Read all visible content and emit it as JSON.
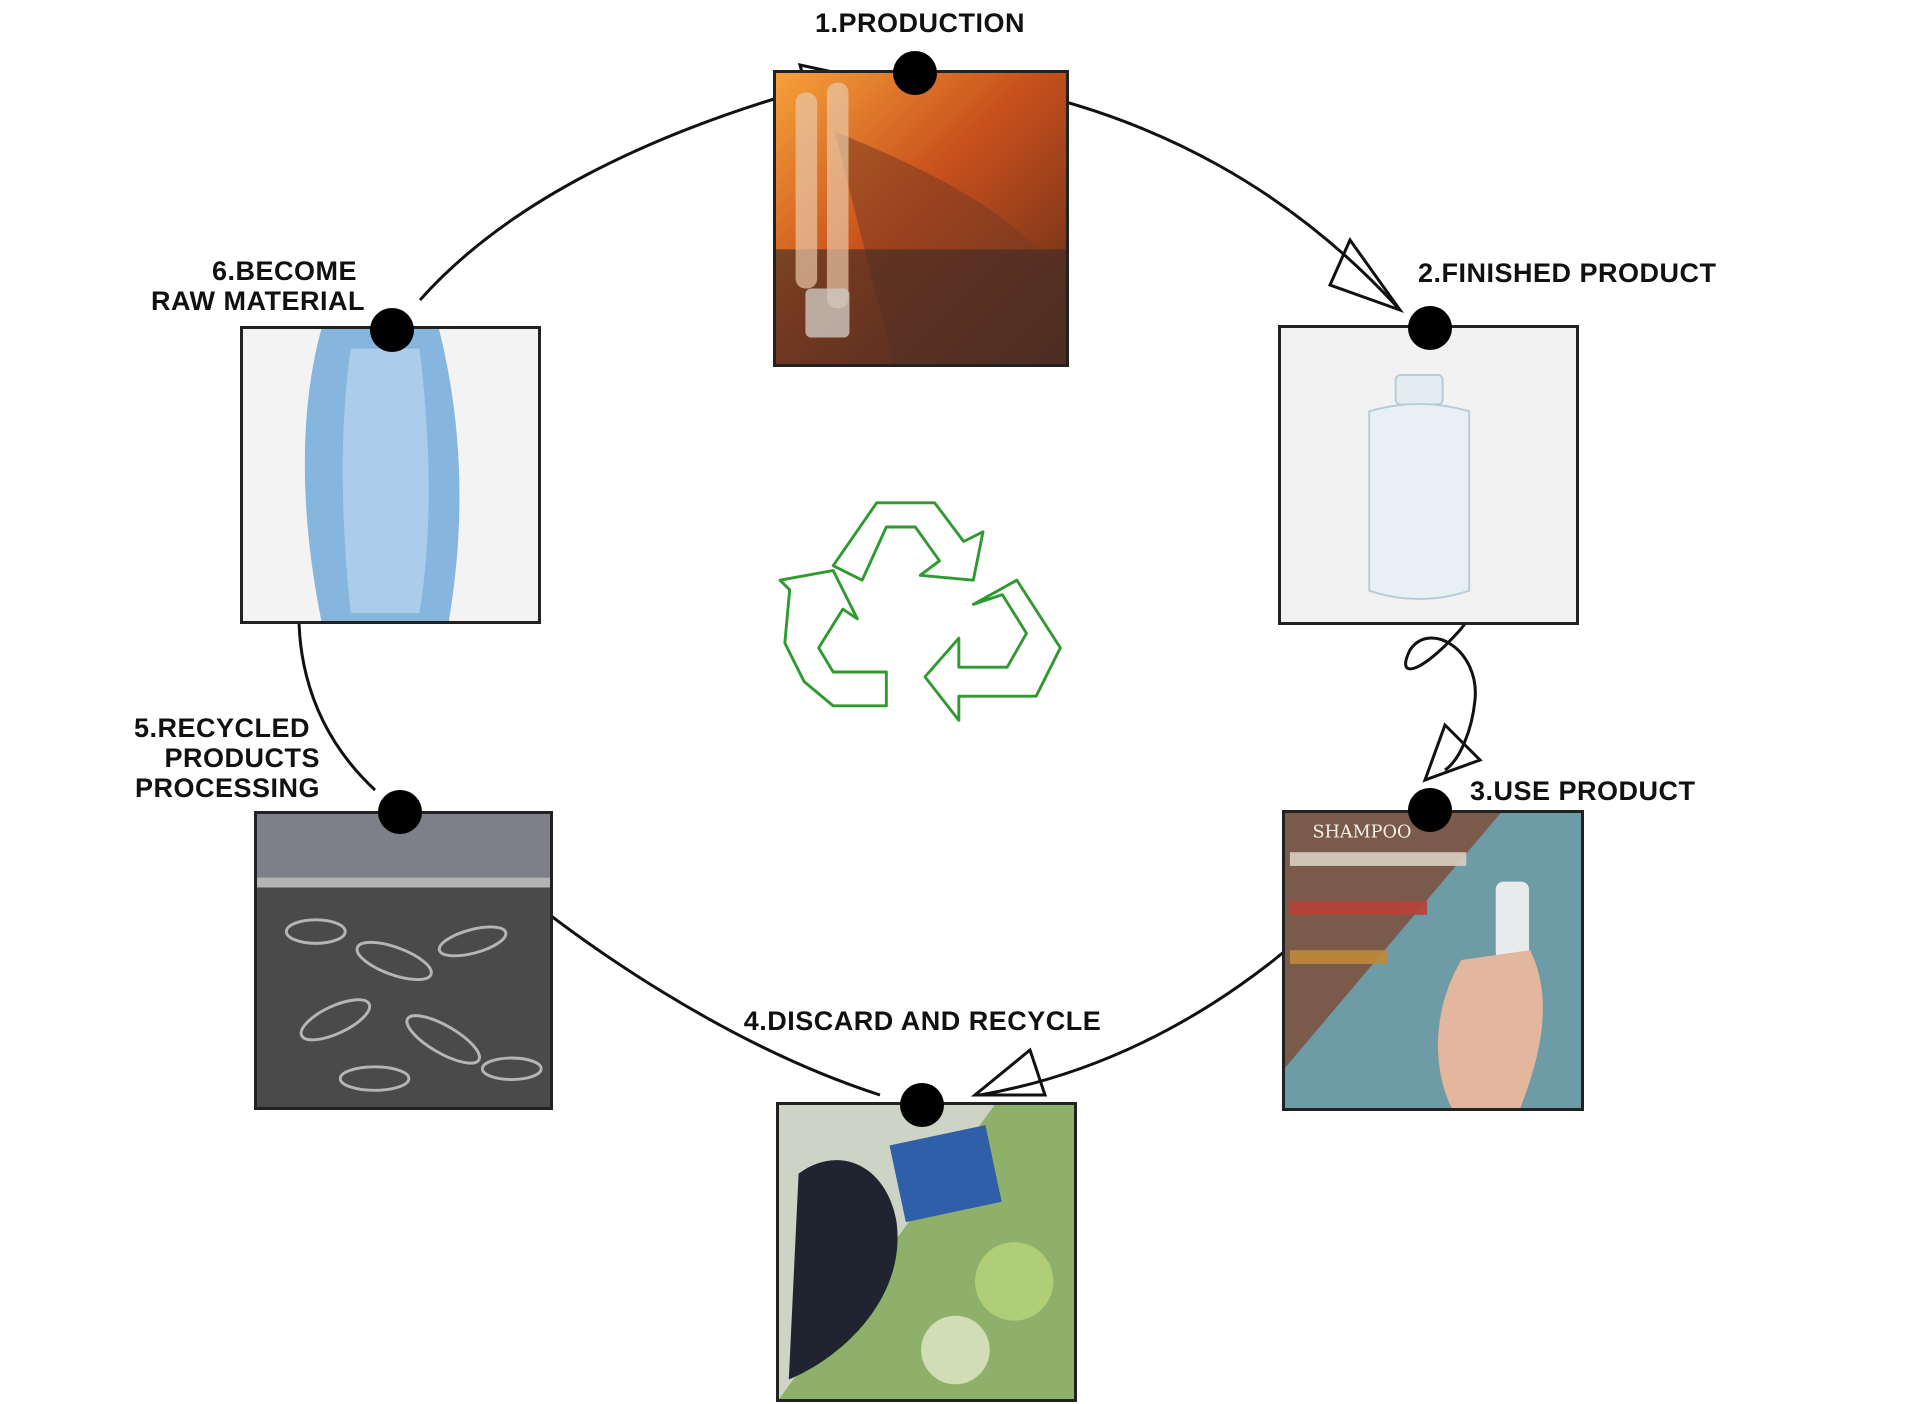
{
  "steps": [
    {
      "label_lines": [
        "1.PRODUCTION"
      ]
    },
    {
      "label_lines": [
        "2.FINISHED PRODUCT"
      ]
    },
    {
      "label_lines": [
        "3.USE PRODUCT"
      ]
    },
    {
      "label_lines": [
        "4.DISCARD AND RECYCLE"
      ]
    },
    {
      "label_lines": [
        "5.RECYCLED",
        "PRODUCTS",
        "PROCESSING"
      ]
    },
    {
      "label_lines": [
        "6.BECOME",
        "RAW MATERIAL"
      ]
    }
  ],
  "photos": {
    "production": {
      "shop_sign": "",
      "icon": "preform-production-photo"
    },
    "finished": {
      "icon": "clear-bottle-photo"
    },
    "use": {
      "shop_sign": "SHAMPOO",
      "icon": "spray-bottle-in-store-photo"
    },
    "discard": {
      "icon": "garbage-bags-photo"
    },
    "processing": {
      "icon": "bottle-pile-photo"
    },
    "raw": {
      "icon": "blue-pet-flakes-photo"
    }
  },
  "center_icon": "recycle-icon",
  "colors": {
    "recycle_green": "#2f9a2f",
    "line": "#111111",
    "dot": "#000000"
  }
}
